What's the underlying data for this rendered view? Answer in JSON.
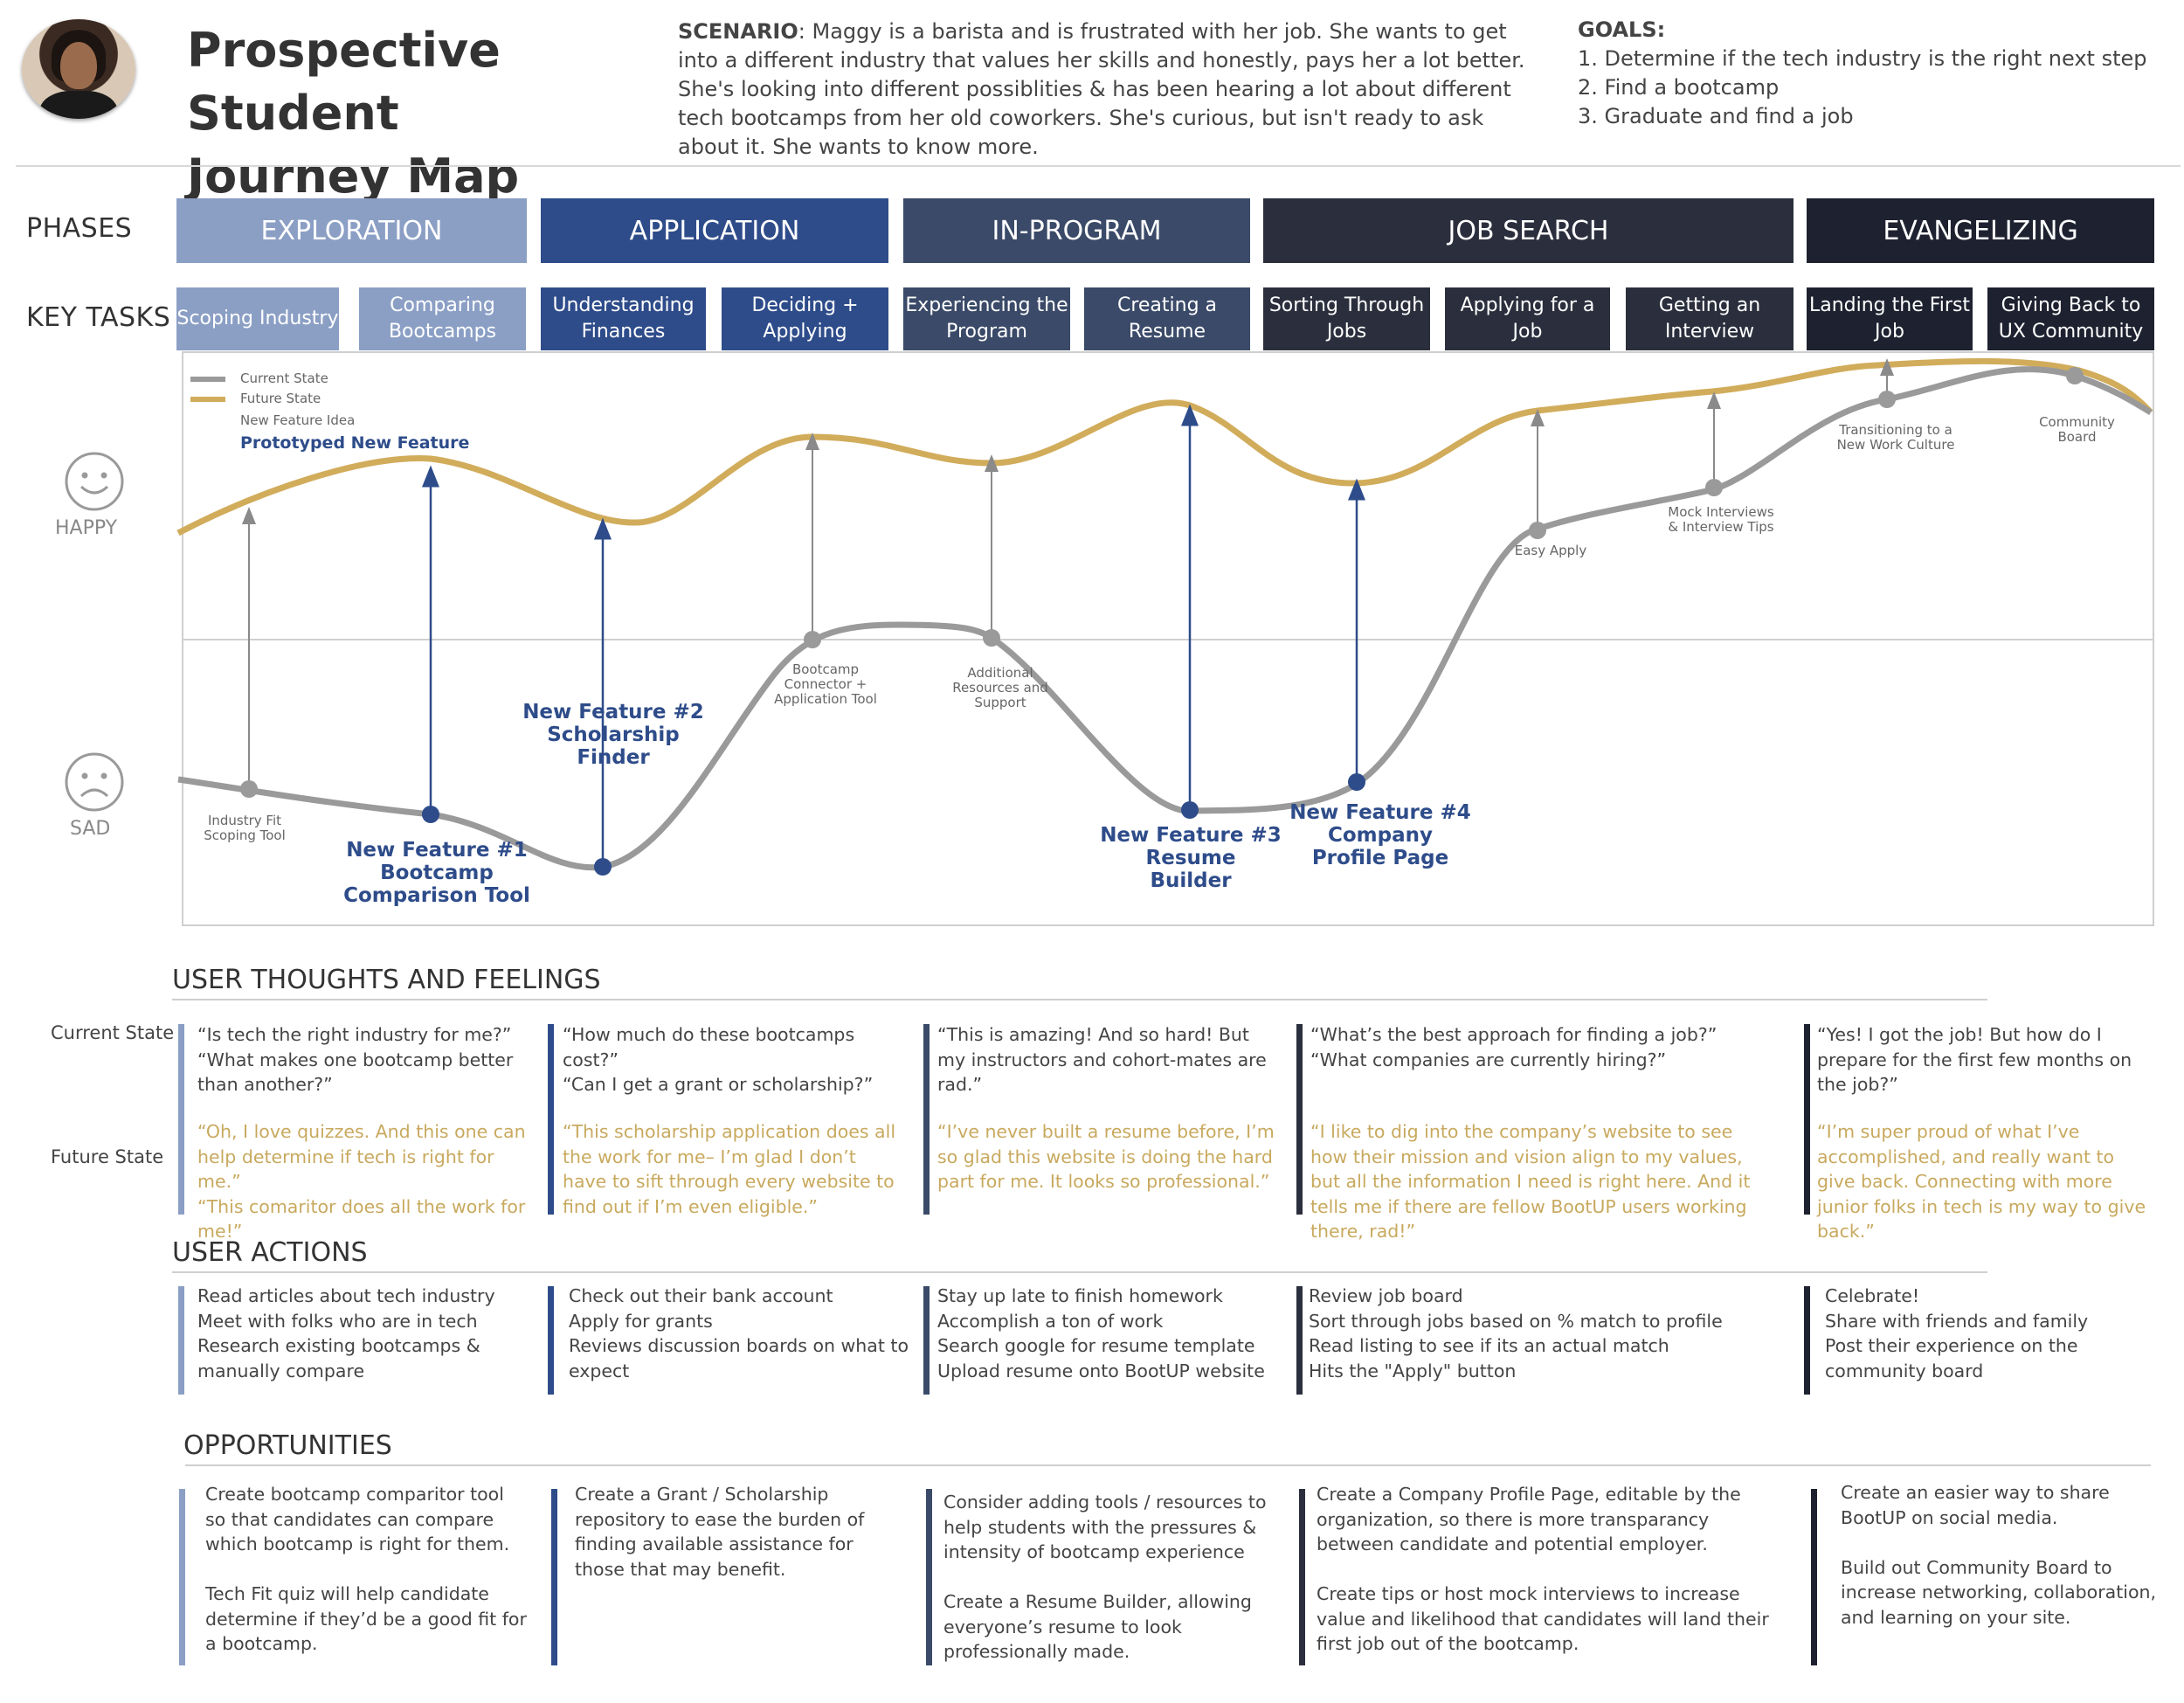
{
  "header": {
    "title_line1": "Prospective Student",
    "title_line2": "Journey Map",
    "scenario_label": "SCENARIO",
    "scenario_text": ": Maggy is a barista and is frustrated with her job. She wants to get into a different industry that values her skills and honestly, pays her a lot better. She's looking into different possiblities & has been hearing a lot about different tech bootcamps from her old coworkers. She's curious, but isn't ready to ask about it. She wants to know more.",
    "goals_label": "GOALS:",
    "goals": [
      "1. Determine if the tech industry is the right next step",
      "2. Find a bootcamp",
      "3. Graduate and find a job"
    ]
  },
  "row_labels": {
    "phases": "PHASES",
    "key_tasks": "KEY TASKS",
    "happy": "HAPPY",
    "sad": "SAD"
  },
  "phases": [
    "EXPLORATION",
    "APPLICATION",
    "IN-PROGRAM",
    "JOB SEARCH",
    "EVANGELIZING"
  ],
  "key_tasks": [
    "Scoping Industry",
    "Comparing Bootcamps",
    "Understanding Finances",
    "Deciding + Applying",
    "Experiencing the Program",
    "Creating a Resume",
    "Sorting Through Jobs",
    "Applying for a Job",
    "Getting an Interview",
    "Landing the First Job",
    "Giving Back to UX Community"
  ],
  "colors": {
    "exploration": "#8b9fc5",
    "application": "#2e4c8a",
    "in_program": "#3a4a68",
    "job_search": "#2b2f3d",
    "evangelizing": "#1e2230",
    "current_line": "#9a9a9a",
    "future_line": "#d1ac5b",
    "feature_text": "#2e4c8a"
  },
  "legend": {
    "current": "Current State",
    "future": "Future State",
    "idea": "New Feature Idea",
    "prototyped": "Prototyped New Feature"
  },
  "curve_labels": {
    "industry_fit": "Industry Fit\nScoping Tool",
    "bootcamp_connector": "Bootcamp\nConnector +\nApplication Tool",
    "additional_resources": "Additional\nResources and\nSupport",
    "easy_apply": "Easy Apply",
    "mock_interviews": "Mock Interviews\n& Interview Tips",
    "transitioning": "Transitioning to a\nNew Work Culture",
    "community_board": "Community Board"
  },
  "features": {
    "f1": "New Feature #1\nBootcamp\nComparison Tool",
    "f2": "New Feature #2\nScholarship\nFinder",
    "f3": "New Feature #3\nResume\nBuilder",
    "f4": "New Feature #4\nCompany\nProfile Page"
  },
  "sections": {
    "thoughts": "USER THOUGHTS AND FEELINGS",
    "actions": "USER ACTIONS",
    "opportunities": "OPPORTUNITIES"
  },
  "state_labels": {
    "current": "Current State",
    "future": "Future State"
  },
  "thoughts_current": [
    "“Is tech the right industry for me?”\n“What makes one bootcamp better than another?”",
    "“How much do these bootcamps cost?”\n“Can I get a grant or scholarship?”",
    "“This is amazing! And so hard! But my instructors and cohort-mates are rad.”",
    "“What’s the best approach for finding a job?”\n“What companies are currently hiring?”",
    "“Yes! I got the job! But how do I prepare for the first few months on the job?”"
  ],
  "thoughts_future": [
    "“Oh, I love quizzes. And this one can help determine if tech is right for me.”\n“This comaritor does all the work for me!”",
    "“This scholarship application does all the work for me– I’m glad I don’t have to sift through every website to find out if I’m even eligible.”",
    "“I’ve never built a resume before, I’m so glad this website is doing the hard part for me. It looks so professional.”",
    "“I like to dig into the company’s website to see how their mission and vision align to my values, but all the information I need is right here. And it tells me if there are fellow BootUP users working there, rad!”",
    "“I’m super proud of what I’ve accomplished, and really want to give back. Connecting with more junior folks in tech is my way to give back.”"
  ],
  "actions": [
    "Read articles about tech industry\nMeet with folks who are in tech\nResearch existing bootcamps &\nmanually compare",
    "Check out their bank account\nApply for grants\nReviews discussion boards on what to expect",
    "Stay up late to finish homework\nAccomplish a ton  of work\nSearch google for resume template\nUpload resume onto BootUP website",
    "Review job board\nSort through jobs based on % match to profile\nRead listing to see if its an actual match\nHits the \"Apply\" button",
    "Celebrate!\nShare with friends and family\nPost their experience on the community board"
  ],
  "opportunities": [
    "Create bootcamp comparitor tool so that candidates can compare which bootcamp is right for them.\n\nTech Fit quiz will help candidate determine if they’d be a good fit for a bootcamp.",
    "Create a Grant / Scholarship repository to ease the burden of finding available assistance for those that may benefit.",
    "Consider adding tools / resources to help students with the pressures  & intensity of bootcamp experience\n\nCreate a Resume Builder, allowing everyone’s resume to look professionally made.",
    "Create a Company Profile Page, editable by the organization, so there is more transparancy between candidate and potential employer.\n\nCreate tips or host mock interviews to increase value and likelihood that candidates will land their first job out of the bootcamp.",
    "Create an easier way to share BootUP on social media.\n\nBuild out Community Board to increase networking, collaboration, and learning on your site."
  ]
}
